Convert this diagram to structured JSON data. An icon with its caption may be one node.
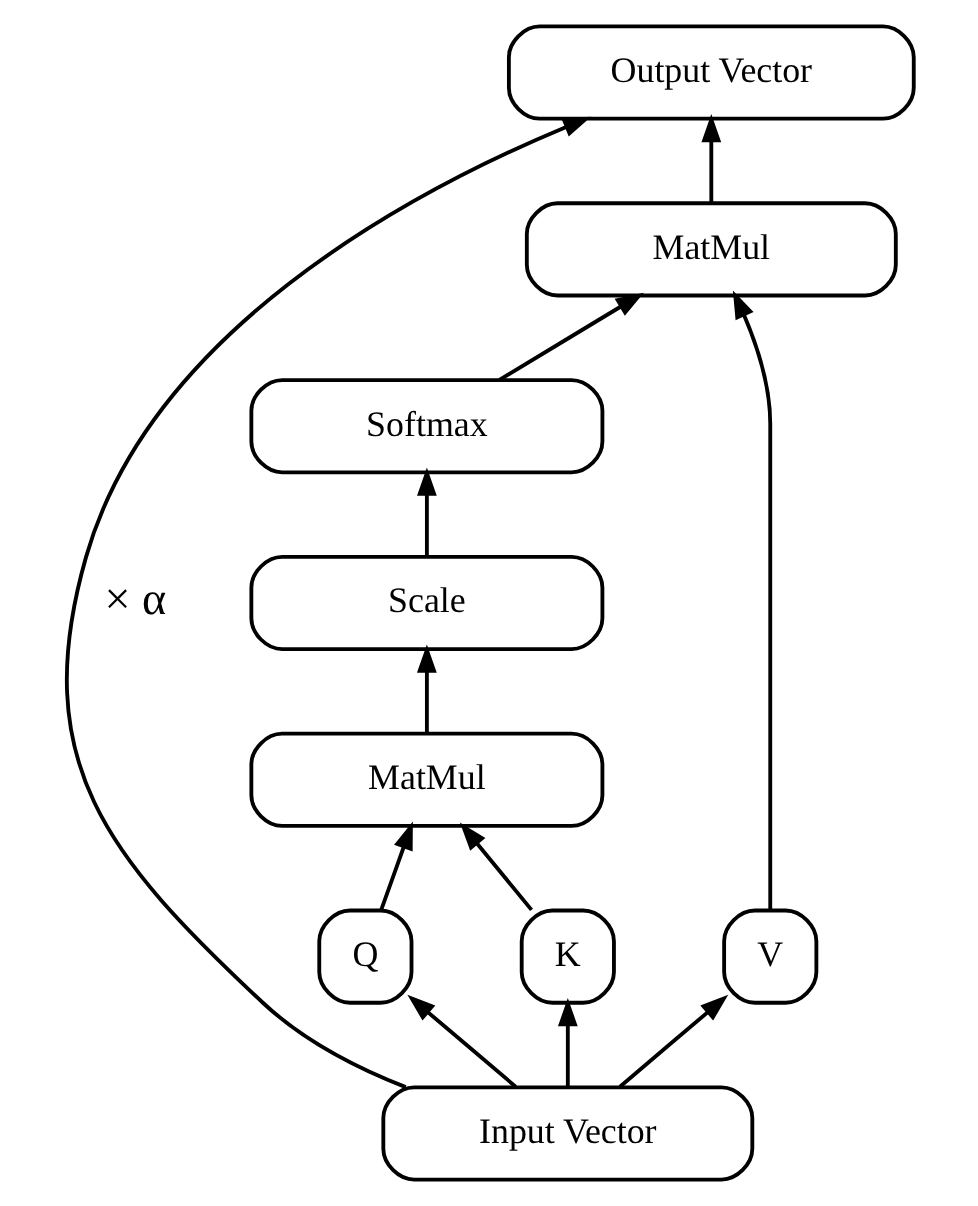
{
  "diagram": {
    "nodes": [
      {
        "text": [
          "Output Vector"
        ]
      },
      {
        "text": [
          "MatMul"
        ]
      },
      {
        "text": [
          "Softmax"
        ]
      },
      {
        "text": [
          "Scale"
        ]
      },
      {
        "text": [
          "MatMul"
        ]
      },
      {
        "text": [
          "Q"
        ]
      },
      {
        "text": [
          "K"
        ]
      },
      {
        "text": [
          "V"
        ]
      },
      {
        "text": [
          "Input Vector"
        ]
      }
    ],
    "edges": [
      {
        "from": 8,
        "to": 5,
        "arrow": "to"
      },
      {
        "from": 8,
        "to": 6,
        "arrow": "to"
      },
      {
        "from": 8,
        "to": 7,
        "arrow": "to"
      },
      {
        "from": 5,
        "to": 4,
        "arrow": "to"
      },
      {
        "from": 6,
        "to": 4,
        "arrow": "to"
      },
      {
        "from": 4,
        "to": 3,
        "arrow": "to"
      },
      {
        "from": 3,
        "to": 2,
        "arrow": "to"
      },
      {
        "from": 2,
        "to": 1,
        "arrow": "to"
      },
      {
        "from": 7,
        "to": 1,
        "arrow": "to"
      },
      {
        "from": 1,
        "to": 0,
        "arrow": "to"
      },
      {
        "from": 8,
        "to": 0,
        "arrow": "to",
        "label": "× α"
      }
    ]
  }
}
